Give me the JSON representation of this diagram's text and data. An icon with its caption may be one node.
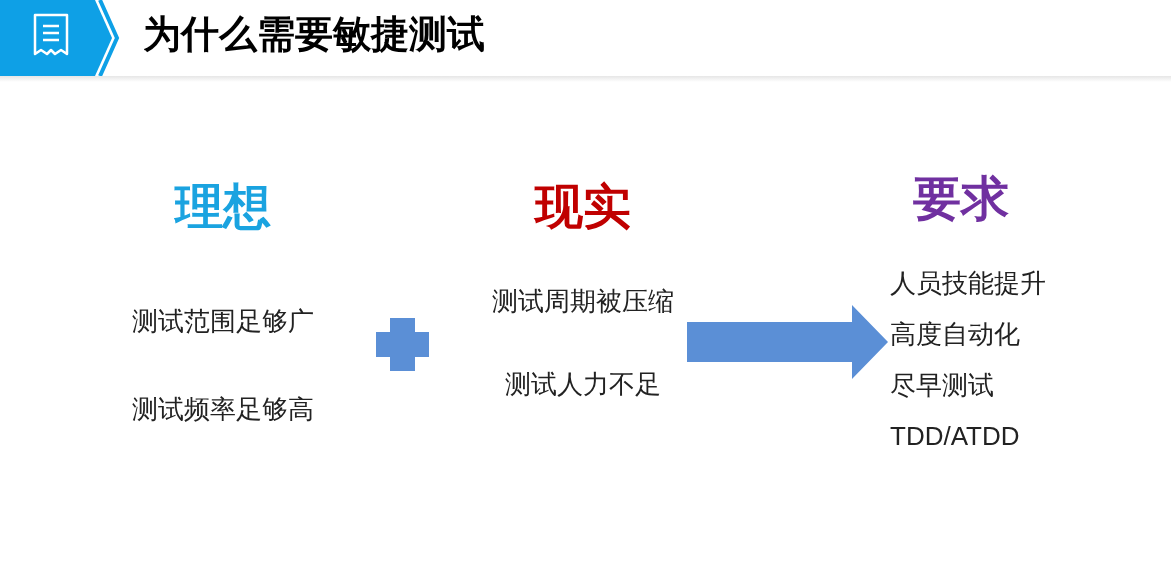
{
  "diagram": {
    "title": "为什么需要敏捷测试",
    "nodes": [
      {
        "text": [
          "现实",
          "测试周期被压缩",
          "测试人力不足"
        ]
      },
      {
        "text": [
          "要求",
          "人员技能提升",
          "高度自动化",
          "尽早测试",
          "TDD/ATDD"
        ]
      }
    ],
    "edges": [
      {
        "from": 0,
        "to": 1,
        "arrow": "to"
      }
    ],
    "labels": [
      "理想",
      "测试范围足够广",
      "测试频率足够高"
    ]
  }
}
